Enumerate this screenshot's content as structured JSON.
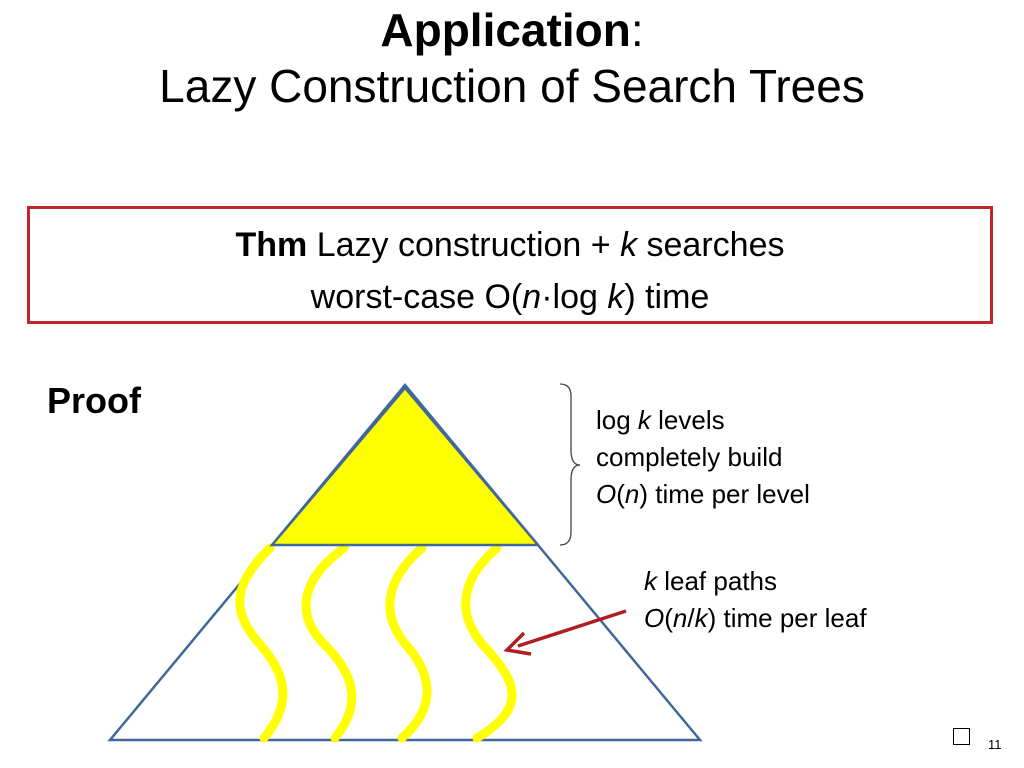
{
  "title": {
    "bold": "Application",
    "colon": ":",
    "subtitle": "Lazy Construction of Search Trees"
  },
  "theorem": {
    "label": "Thm",
    "line1_a": " Lazy construction + ",
    "line1_k": "k",
    "line1_b": " searches",
    "line2_a": "worst-case O(",
    "line2_n": "n",
    "line2_b": "·log ",
    "line2_k": "k",
    "line2_c": ") time"
  },
  "proof_label": "Proof",
  "note_levels": {
    "l1_a": "log ",
    "l1_k": "k",
    "l1_b": " levels",
    "l2": "completely build",
    "l3_o": "O",
    "l3_a": "(",
    "l3_n": "n",
    "l3_b": ") time per level"
  },
  "note_leaves": {
    "l1_k": "k",
    "l1_a": " leaf paths",
    "l2_o": "O",
    "l2_a": "(",
    "l2_n": "n",
    "l2_s": "/",
    "l2_k": "k",
    "l2_b": ") time per leaf"
  },
  "page_number": "11",
  "colors": {
    "triangle_outline": "#41689a",
    "top_fill": "#ffff00",
    "path_color": "#ffff00",
    "arrow": "#b01e24",
    "box_border": "#c0272d"
  }
}
